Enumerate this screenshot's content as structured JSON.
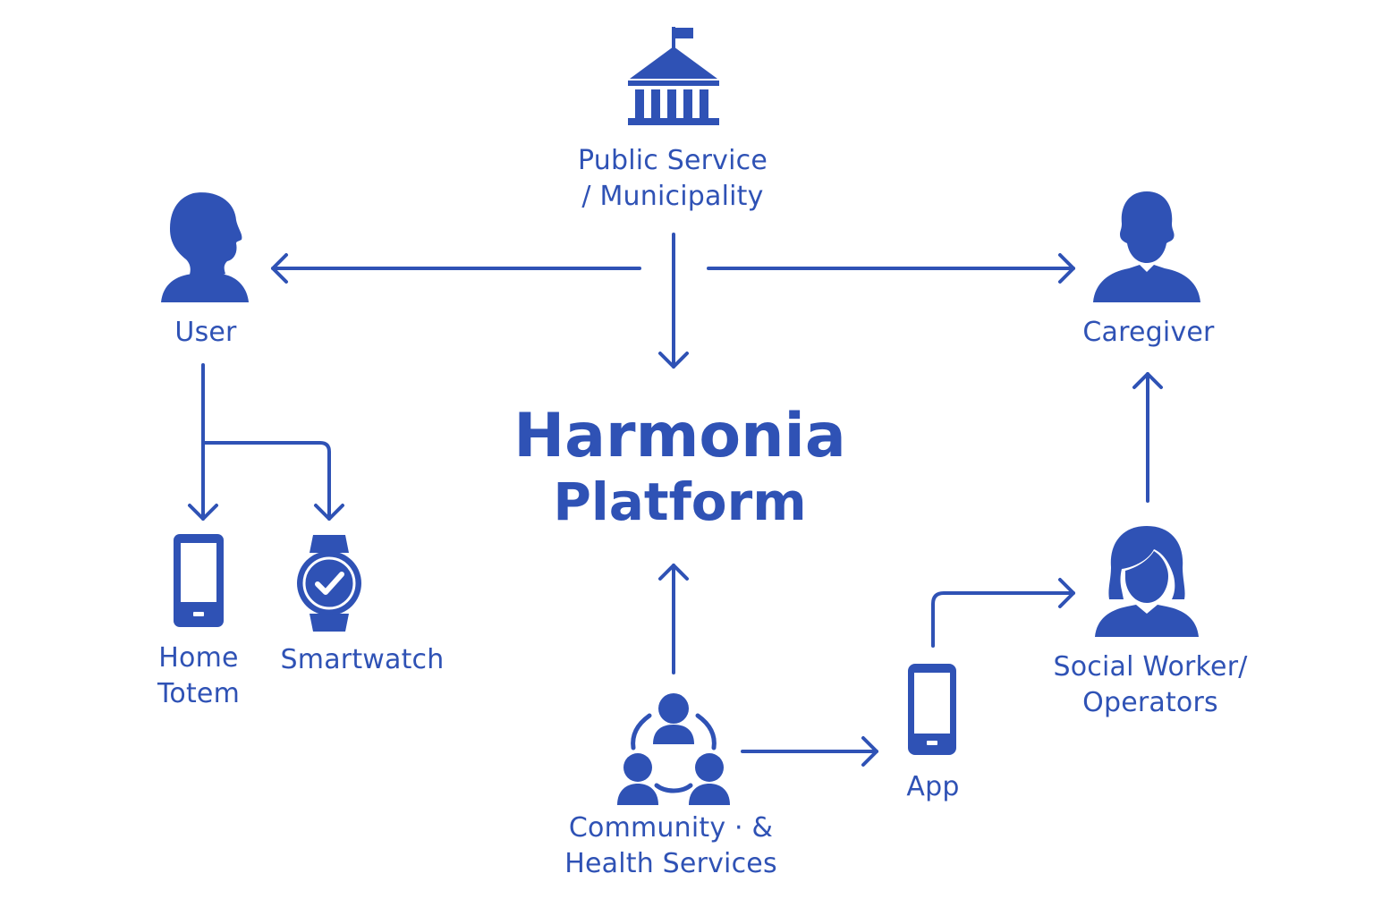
{
  "center": {
    "line1": "Harmonia",
    "line2": "Platform"
  },
  "nodes": {
    "public_service": {
      "line1": "Public Service",
      "line2": "/ Municipality",
      "icon": "government-building-icon"
    },
    "user": {
      "label": "User",
      "icon": "person-profile-icon"
    },
    "caregiver": {
      "label": "Caregiver",
      "icon": "person-silhouette-icon"
    },
    "home_totem": {
      "line1": "Home",
      "line2": "Totem",
      "icon": "tablet-device-icon"
    },
    "smartwatch": {
      "label": "Smartwatch",
      "icon": "smartwatch-icon"
    },
    "community": {
      "line1": "Community · &",
      "line2": "Health Services",
      "icon": "community-group-icon"
    },
    "app": {
      "label": "App",
      "icon": "smartphone-icon"
    },
    "social_worker": {
      "line1": "Social Worker/",
      "line2": "Operators",
      "icon": "woman-operator-icon"
    }
  },
  "colors": {
    "primary": "#2f52b5",
    "background": "#ffffff"
  }
}
